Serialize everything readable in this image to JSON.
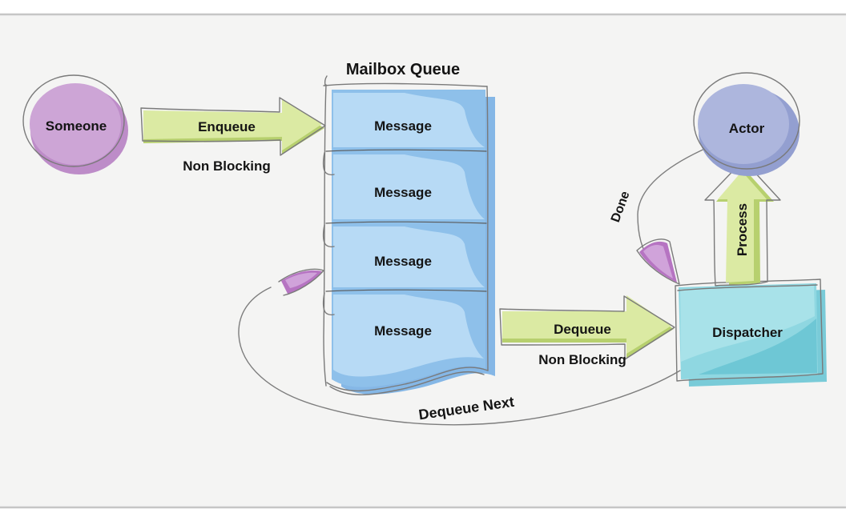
{
  "diagram": {
    "queue": {
      "title": "Mailbox Queue",
      "messages": [
        "Message",
        "Message",
        "Message",
        "Message"
      ]
    },
    "nodes": {
      "someone": {
        "label": "Someone"
      },
      "actor": {
        "label": "Actor"
      },
      "dispatcher": {
        "label": "Dispatcher"
      }
    },
    "edges": {
      "enqueue": {
        "label": "Enqueue",
        "sublabel": "Non Blocking"
      },
      "dequeue": {
        "label": "Dequeue",
        "sublabel": "Non Blocking"
      },
      "process": {
        "label": "Process"
      },
      "done": {
        "label": "Done"
      },
      "dequeue_next": {
        "label": "Dequeue Next"
      }
    },
    "colors": {
      "canvas_bg": "#f4f4f3",
      "border": "#c6c6c6",
      "ink": "#141414",
      "outline": "#7a7a7a",
      "green_light": "#dbeaa3",
      "green_dark": "#b7d06e",
      "blue_light": "#b7daf5",
      "blue_base": "#8ec0ea",
      "blue_shadow": "#85b7e6",
      "purple_light": "#cda5d6",
      "purple_dark": "#bd8cc8",
      "periwinkle_light": "#adb6dd",
      "periwinkle_dark": "#939fd0",
      "teal_base": "#8fd7e1",
      "teal_light": "#a8e2e9",
      "teal_dark": "#79cbd8",
      "teal_wedge": "#6ec7d5",
      "violet_arrow_light": "#d0a3da",
      "violet_arrow_dark": "#b674c2"
    }
  }
}
